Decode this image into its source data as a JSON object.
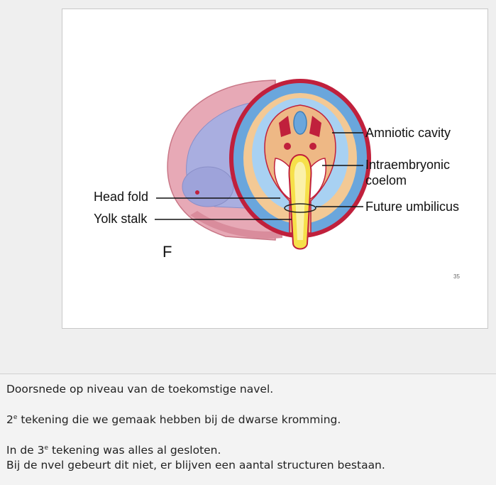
{
  "slide": {
    "labels": {
      "amniotic_cavity": "Amniotic cavity",
      "intraembryonic_line1": "Intraembryonic",
      "intraembryonic_line2": "coelom",
      "future_umbilicus": "Future umbilicus",
      "head_fold": "Head fold",
      "yolk_stalk": "Yolk stalk",
      "letter": "F"
    },
    "page_number": "35",
    "colors": {
      "outer_pink": "#e7a9b6",
      "blue": "#6aa6dc",
      "red": "#c0203c",
      "tan": "#f3c995",
      "yolk": "#f6e04a",
      "embryo": "#a9aee0"
    }
  },
  "notes": {
    "line1": "Doorsnede op niveau van de toekomstige navel.",
    "line2_prefix": "2",
    "line2_sup": "e",
    "line2_rest": " tekening die we gemaak hebben bij de dwarse kromming.",
    "line3_prefix": "In de 3",
    "line3_sup": "e",
    "line3_rest": " tekening was alles al gesloten.",
    "line4": "Bij de nvel gebeurt dit niet, er blijven een aantal structuren bestaan."
  }
}
